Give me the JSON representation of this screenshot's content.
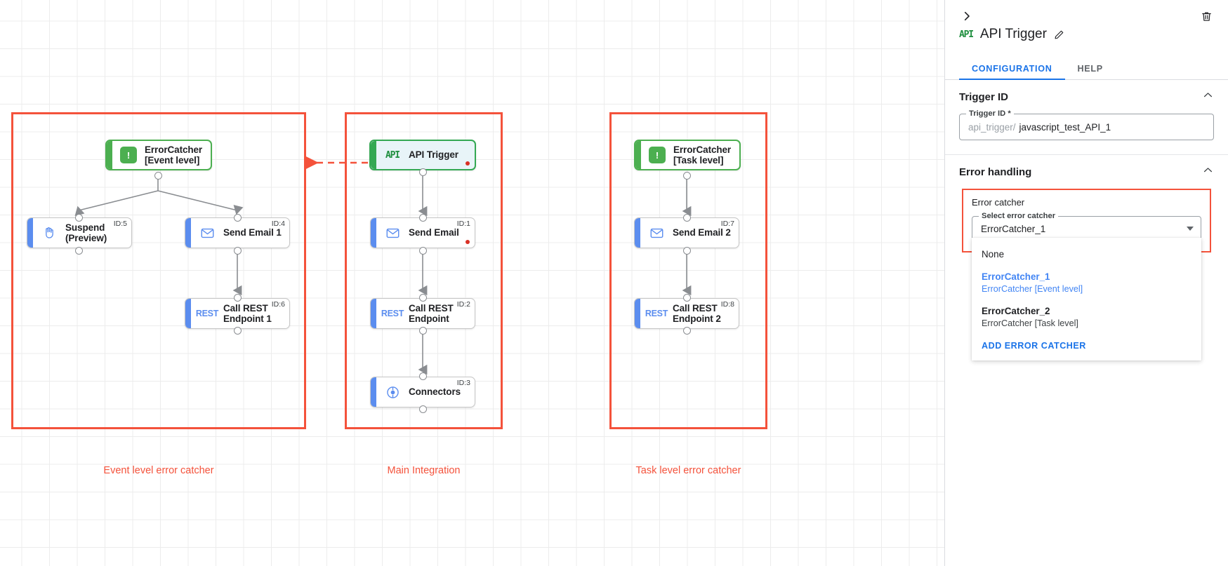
{
  "canvas": {
    "groups": [
      {
        "label": "Event level error catcher"
      },
      {
        "label": "Main Integration"
      },
      {
        "label": "Task level error catcher"
      }
    ],
    "nodes": [
      {
        "title": "ErrorCatcher\n[Event level]",
        "id_label": "",
        "icon": "error-catcher-icon"
      },
      {
        "title": "Suspend\n(Preview)",
        "id_label": "ID:5",
        "icon": "suspend-hand-icon"
      },
      {
        "title": "Send Email 1",
        "id_label": "ID:4",
        "icon": "email-icon"
      },
      {
        "title": "Call REST\nEndpoint 1",
        "id_label": "ID:6",
        "icon": "rest-icon"
      },
      {
        "title": "API Trigger",
        "id_label": "",
        "icon": "api-icon"
      },
      {
        "title": "Send Email",
        "id_label": "ID:1",
        "icon": "email-icon"
      },
      {
        "title": "Call REST\nEndpoint",
        "id_label": "ID:2",
        "icon": "rest-icon"
      },
      {
        "title": "Connectors",
        "id_label": "ID:3",
        "icon": "connectors-icon"
      },
      {
        "title": "ErrorCatcher\n[Task level]",
        "id_label": "",
        "icon": "error-catcher-icon"
      },
      {
        "title": "Send Email 2",
        "id_label": "ID:7",
        "icon": "email-icon"
      },
      {
        "title": "Call REST\nEndpoint 2",
        "id_label": "ID:8",
        "icon": "rest-icon"
      }
    ],
    "rest_icon_text": "REST",
    "api_icon_text": "API",
    "error_badge_glyph": "!"
  },
  "panel": {
    "api_tag": "API",
    "title": "API Trigger",
    "tabs": [
      {
        "label": "CONFIGURATION",
        "active": true
      },
      {
        "label": "HELP",
        "active": false
      }
    ],
    "trigger_section": {
      "heading": "Trigger ID",
      "field_legend": "Trigger ID *",
      "prefix": "api_trigger/",
      "value": "javascript_test_API_1"
    },
    "error_section": {
      "heading": "Error handling",
      "block_label": "Error catcher",
      "select_legend": "Select error catcher",
      "selected_value": "ErrorCatcher_1",
      "menu": {
        "items": [
          {
            "primary": "None",
            "secondary": "",
            "selected": false,
            "bold": false
          },
          {
            "primary": "ErrorCatcher_1",
            "secondary": "ErrorCatcher [Event level]",
            "selected": true,
            "bold": true
          },
          {
            "primary": "ErrorCatcher_2",
            "secondary": "ErrorCatcher [Task level]",
            "selected": false,
            "bold": true
          }
        ],
        "add_label": "ADD ERROR CATCHER"
      }
    }
  },
  "colors": {
    "accent_blue": "#1a73e8",
    "node_blue": "#5b8def",
    "green": "#4caf50",
    "red": "#f4523b",
    "status_dot": "#d93025"
  }
}
